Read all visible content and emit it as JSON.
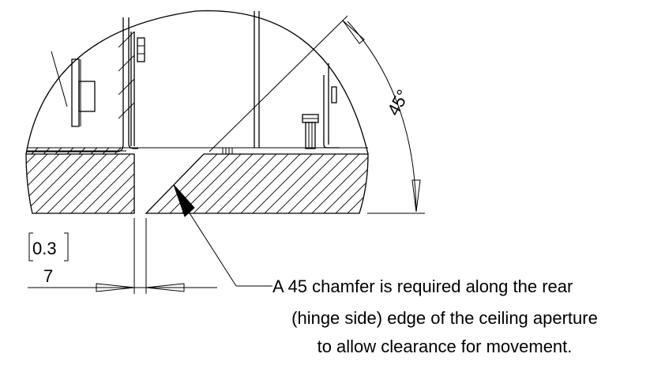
{
  "dimensions": {
    "gap_inch": "0.3",
    "gap_mm": "7",
    "angle": "45°"
  },
  "note": {
    "line1": "A 45 chamfer is required along the rear",
    "line2": "(hinge side) edge of the ceiling aperture",
    "line3": "to allow clearance for movement."
  },
  "colors": {
    "line": "#000000",
    "background": "#ffffff"
  }
}
